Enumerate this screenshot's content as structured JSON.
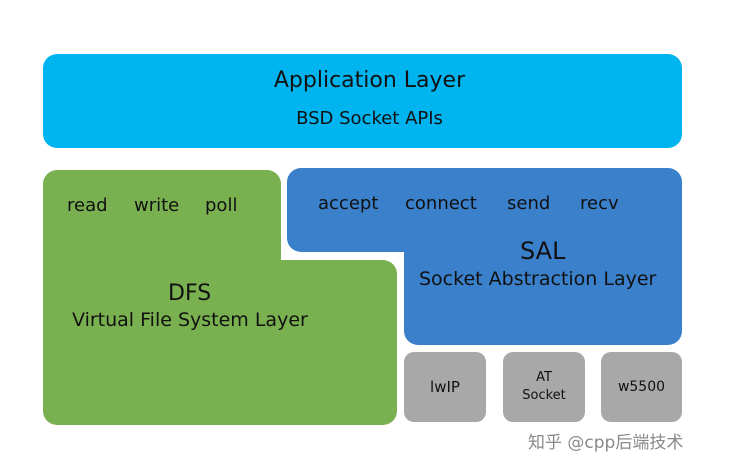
{
  "application_layer": {
    "title": "Application Layer",
    "subtitle": "BSD Socket APIs",
    "color": "#00b4ef"
  },
  "dfs": {
    "functions": [
      "read",
      "write",
      "poll"
    ],
    "title": "DFS",
    "subtitle": "Virtual File System Layer",
    "color": "#7ab150"
  },
  "sal": {
    "functions": [
      "accept",
      "connect",
      "send",
      "recv"
    ],
    "title": "SAL",
    "subtitle": "Socket Abstraction Layer",
    "color": "#3a80cb"
  },
  "drivers": {
    "lwip": "lwIP",
    "at_socket": "AT\nSocket",
    "w5500": "w5500",
    "color": "#a8a8a8"
  },
  "watermark": {
    "text": "知乎 @cpp后端技术"
  }
}
